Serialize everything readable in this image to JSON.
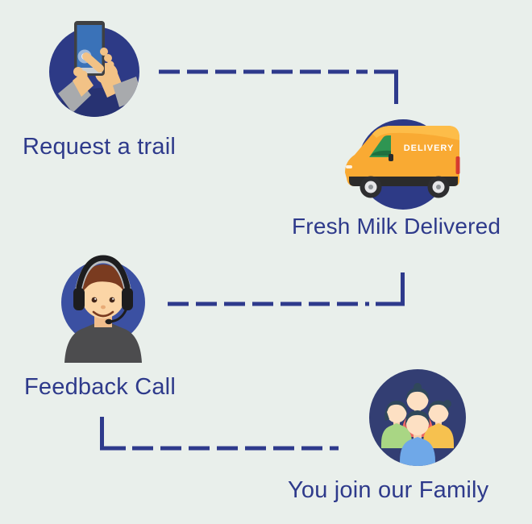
{
  "infographic": {
    "steps": [
      {
        "label": "Request a trail",
        "icon": "phone-order-icon"
      },
      {
        "label": "Fresh Milk Delivered",
        "icon": "delivery-van-icon",
        "van_text": "DELIVERY"
      },
      {
        "label": "Feedback Call",
        "icon": "support-agent-icon"
      },
      {
        "label": "You join our Family",
        "icon": "family-icon"
      }
    ],
    "colors": {
      "background": "#e9efeb",
      "label_text": "#2e3a8b",
      "connector": "#2e3a8c",
      "circle_navy": "#2d3a86",
      "circle_blue": "#3b50a2",
      "circle_dark_navy": "#333e73",
      "van_yellow": "#f9aa33",
      "shirt_coral": "#ee6663",
      "shirt_green": "#a9d684",
      "shirt_yellow": "#f6c14f",
      "shirt_blue": "#6fa8e8"
    }
  }
}
